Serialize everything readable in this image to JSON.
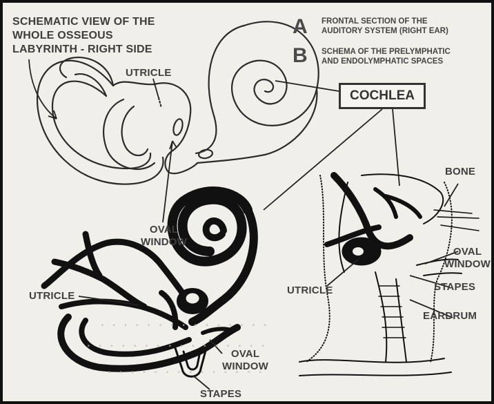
{
  "title": {
    "line1": "SCHEMATIC VIEW OF THE",
    "line2": "WHOLE OSSEOUS",
    "line3": "LABYRINTH - RIGHT SIDE"
  },
  "legend": {
    "a": {
      "letter": "A",
      "line1": "FRONTAL SECTION OF THE",
      "line2": "AUDITORY SYSTEM (RIGHT EAR)"
    },
    "b": {
      "letter": "B",
      "line1": "SCHEMA OF THE PRELYMPHATIC",
      "line2": "AND ENDOLYMPHATIC SPACES"
    }
  },
  "labels": {
    "cochlea": "COCHLEA",
    "utricle_top": "UTRICLE",
    "oval_window_top_1": "OVAL",
    "oval_window_top_2": "WINDOW",
    "utricle_left": "UTRICLE",
    "oval_window_bottom_1": "OVAL",
    "oval_window_bottom_2": "WINDOW",
    "stapes_bottom": "STAPES",
    "bone": "BONE",
    "oval_window_right_1": "OVAL",
    "oval_window_right_2": "WINDOW",
    "stapes_right": "STAPES",
    "eardrum": "EARDRUM",
    "utricle_right": "UTRICLE"
  }
}
